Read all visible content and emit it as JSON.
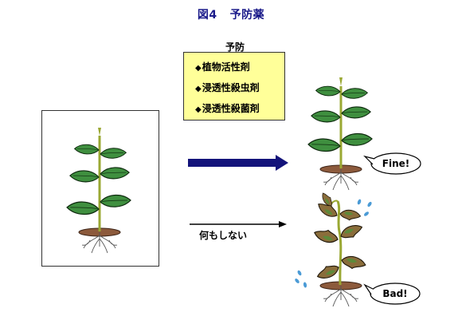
{
  "figure": {
    "title_number": "図4",
    "title_text": "予防薬"
  },
  "prevention": {
    "label": "予防",
    "items": [
      "植物活性剤",
      "浸透性殺虫剤",
      "浸透性殺菌剤"
    ],
    "bullet": "◆"
  },
  "no_action": {
    "label": "何もしない"
  },
  "outcomes": {
    "healthy": "Fine!",
    "sick": "Bad!"
  },
  "colors": {
    "title": "#1b1b8a",
    "prevention_box": "#ffff99",
    "prevention_arrow": "#13137a",
    "leaf_healthy": "#3f8f3f",
    "leaf_sick": "#8a6d3b",
    "water_drops": "#4b9bd6"
  }
}
